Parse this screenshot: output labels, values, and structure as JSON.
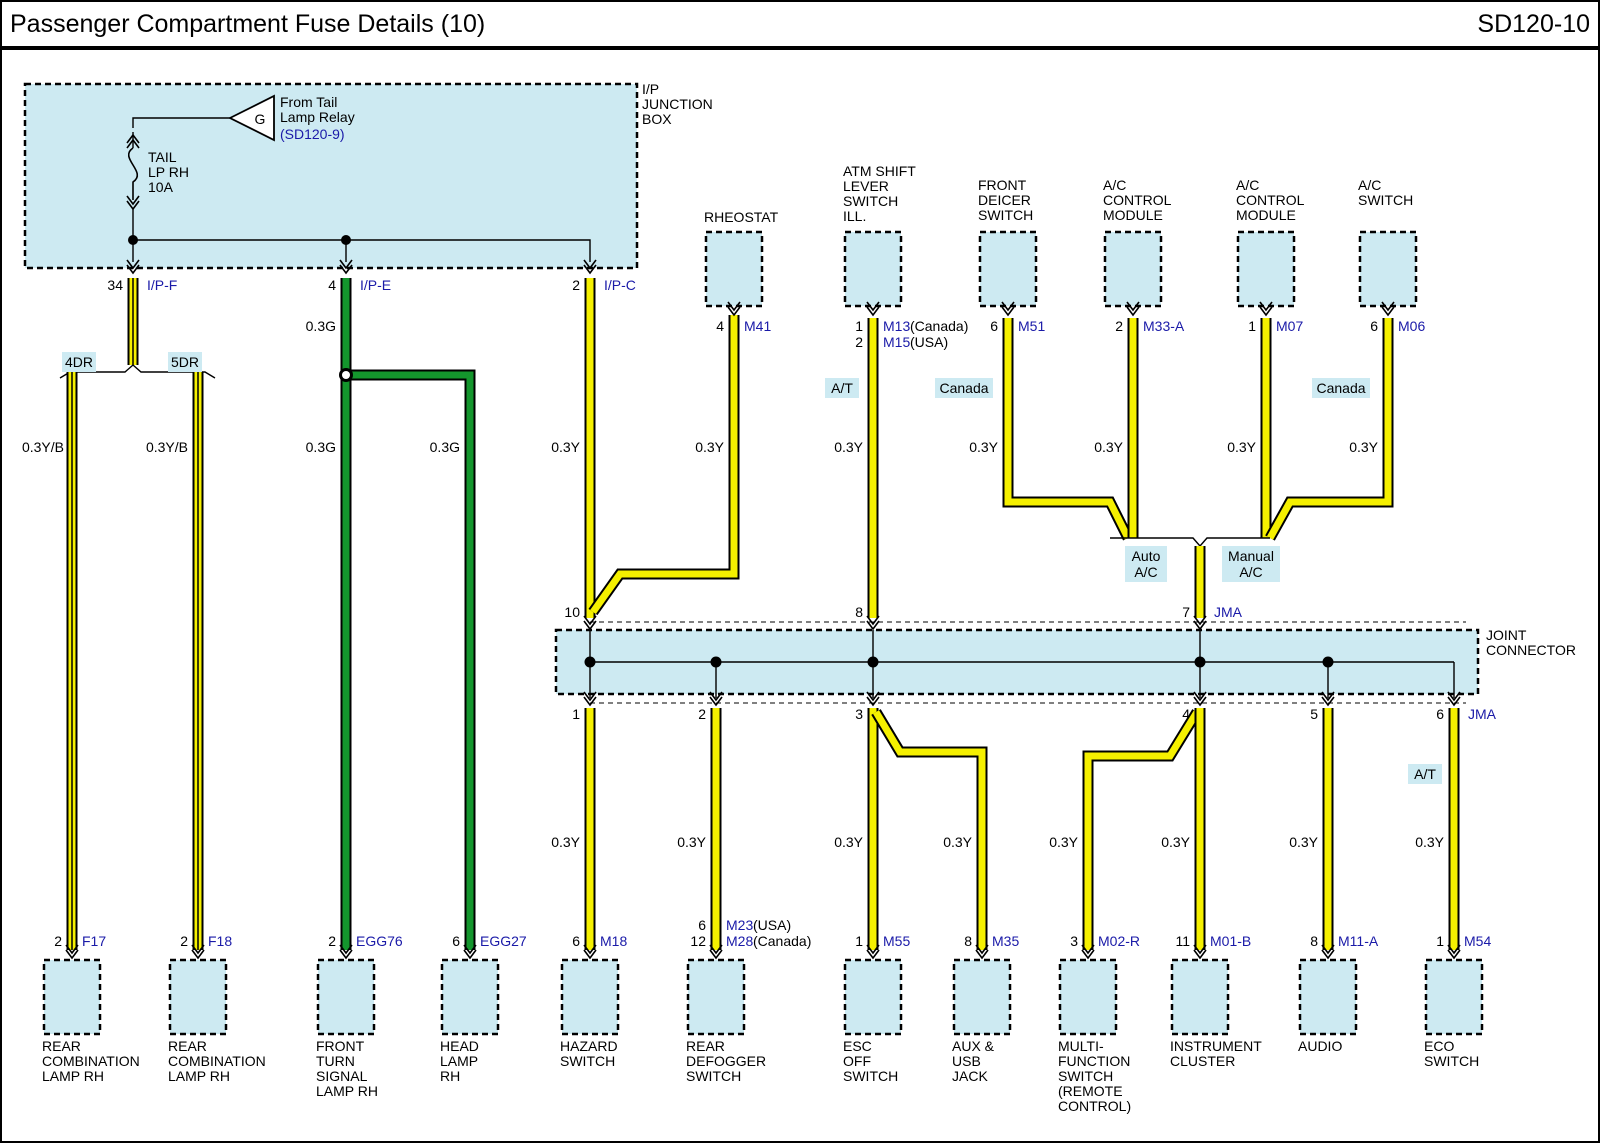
{
  "header": {
    "title": "Passenger Compartment Fuse Details (10)",
    "code": "SD120-10"
  },
  "jbox": {
    "title_lines": [
      "I/P",
      "JUNCTION",
      "BOX"
    ],
    "fuse_lines": [
      "TAIL",
      "LP RH",
      "10A"
    ],
    "source_letter": "G",
    "source_lines": [
      "From Tail",
      "Lamp Relay"
    ],
    "source_ref": "(SD120-9)"
  },
  "jbox_outputs": [
    {
      "pin": "34",
      "conn": "I/P-F"
    },
    {
      "pin": "4",
      "conn": "I/P-E"
    },
    {
      "pin": "2",
      "conn": "I/P-C"
    }
  ],
  "variant_tags": {
    "dr4": "4DR",
    "dr5": "5DR",
    "at1": "A/T",
    "canada1": "Canada",
    "canada2": "Canada",
    "auto": [
      "Auto",
      "A/C"
    ],
    "manual": [
      "Manual",
      "A/C"
    ],
    "at2": "A/T"
  },
  "wire_labels": {
    "w1": "0.3Y/B",
    "w2": "0.3Y/B",
    "w3a": "0.3G",
    "w3b": "0.3G",
    "w4": "0.3G",
    "w5": "0.3Y",
    "w6": "0.3Y",
    "w7": "0.3Y",
    "w8": "0.3Y",
    "w9": "0.3Y",
    "w10": "0.3Y",
    "w11": "0.3Y",
    "b1": "0.3Y",
    "b2": "0.3Y",
    "b3": "0.3Y",
    "b4": "0.3Y",
    "b5": "0.3Y",
    "b6": "0.3Y",
    "b7": "0.3Y",
    "b8": "0.3Y"
  },
  "top_components": [
    {
      "lines": [
        "RHEOSTAT"
      ],
      "pins": [
        [
          "4",
          "M41",
          ""
        ]
      ]
    },
    {
      "lines": [
        "ATM SHIFT",
        "LEVER",
        "SWITCH",
        "ILL."
      ],
      "pins": [
        [
          "1",
          "M13",
          "(Canada)"
        ],
        [
          "2",
          "M15",
          "(USA)"
        ]
      ]
    },
    {
      "lines": [
        "FRONT",
        "DEICER",
        "SWITCH"
      ],
      "pins": [
        [
          "6",
          "M51",
          ""
        ]
      ]
    },
    {
      "lines": [
        "A/C",
        "CONTROL",
        "MODULE"
      ],
      "pins": [
        [
          "2",
          "M33-A",
          ""
        ]
      ]
    },
    {
      "lines": [
        "A/C",
        "CONTROL",
        "MODULE"
      ],
      "pins": [
        [
          "1",
          "M07",
          ""
        ]
      ]
    },
    {
      "lines": [
        "A/C",
        "SWITCH"
      ],
      "pins": [
        [
          "6",
          "M06",
          ""
        ]
      ]
    }
  ],
  "joint": {
    "title_lines": [
      "JOINT",
      "CONNECTOR"
    ],
    "top_pins": [
      {
        "pin": "10",
        "conn": ""
      },
      {
        "pin": "8",
        "conn": ""
      },
      {
        "pin": "7",
        "conn": "JMA"
      }
    ],
    "bottom_pins": [
      {
        "pin": "1",
        "conn": ""
      },
      {
        "pin": "2",
        "conn": ""
      },
      {
        "pin": "3",
        "conn": ""
      },
      {
        "pin": "4",
        "conn": ""
      },
      {
        "pin": "5",
        "conn": ""
      },
      {
        "pin": "6",
        "conn": "JMA"
      }
    ]
  },
  "bottom_components": [
    {
      "lines": [
        "REAR",
        "COMBINATION",
        "LAMP RH"
      ],
      "pins": [
        [
          "2",
          "F17",
          ""
        ]
      ]
    },
    {
      "lines": [
        "REAR",
        "COMBINATION",
        "LAMP RH"
      ],
      "pins": [
        [
          "2",
          "F18",
          ""
        ]
      ]
    },
    {
      "lines": [
        "FRONT",
        "TURN",
        "SIGNAL",
        "LAMP RH"
      ],
      "pins": [
        [
          "2",
          "EGG76",
          ""
        ]
      ]
    },
    {
      "lines": [
        "HEAD",
        "LAMP",
        "RH"
      ],
      "pins": [
        [
          "6",
          "EGG27",
          ""
        ]
      ]
    },
    {
      "lines": [
        "HAZARD",
        "SWITCH"
      ],
      "pins": [
        [
          "6",
          "M18",
          ""
        ]
      ]
    },
    {
      "lines": [
        "REAR",
        "DEFOGGER",
        "SWITCH"
      ],
      "pins": [
        [
          "6",
          "M23",
          "(USA)"
        ],
        [
          "12",
          "M28",
          "(Canada)"
        ]
      ]
    },
    {
      "lines": [
        "ESC",
        "OFF",
        "SWITCH"
      ],
      "pins": [
        [
          "1",
          "M55",
          ""
        ]
      ]
    },
    {
      "lines": [
        "AUX &",
        "USB",
        "JACK"
      ],
      "pins": [
        [
          "8",
          "M35",
          ""
        ]
      ]
    },
    {
      "lines": [
        "MULTI-",
        "FUNCTION",
        "SWITCH",
        "(REMOTE",
        "CONTROL)"
      ],
      "pins": [
        [
          "3",
          "M02-R",
          ""
        ]
      ]
    },
    {
      "lines": [
        "INSTRUMENT",
        "CLUSTER"
      ],
      "pins": [
        [
          "11",
          "M01-B",
          ""
        ]
      ]
    },
    {
      "lines": [
        "AUDIO"
      ],
      "pins": [
        [
          "8",
          "M11-A",
          ""
        ]
      ]
    },
    {
      "lines": [
        "ECO",
        "SWITCH"
      ],
      "pins": [
        [
          "1",
          "M54",
          ""
        ]
      ]
    }
  ],
  "colors": {
    "yellow": "#f5f000",
    "green": "#14962d",
    "box_fill": "#cdeaf2",
    "conn_text": "#1a1aa8",
    "black": "#000000"
  }
}
